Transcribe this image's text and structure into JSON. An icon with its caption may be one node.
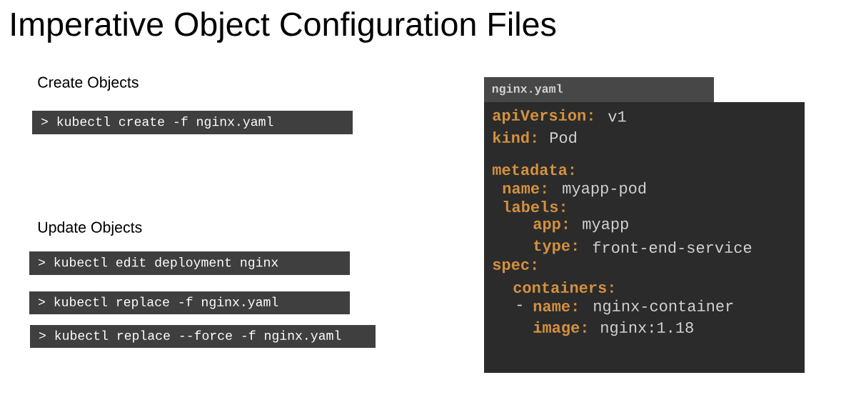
{
  "diagram": {
    "title": "Imperative Object Configuration Files",
    "nodes": [
      {
        "text": [
          "> kubectl create -f nginx.yaml"
        ]
      },
      {
        "text": [
          "> kubectl edit deployment nginx"
        ]
      },
      {
        "text": [
          "> kubectl replace -f nginx.yaml"
        ]
      },
      {
        "text": [
          "> kubectl replace --force -f nginx.yaml"
        ]
      },
      {
        "text": [
          "nginx.yaml"
        ]
      },
      {
        "text": [
          "apiVersion:",
          "v1",
          "kind:",
          "Pod",
          "metadata:",
          "name:",
          "myapp-pod",
          "labels:",
          "app:",
          "myapp",
          "type:",
          "front-end-service",
          "spec:",
          "containers:",
          "-",
          "name:",
          "nginx-container",
          "image:",
          "nginx:1.18"
        ]
      }
    ],
    "labels": [
      "Create Objects",
      "Update Objects"
    ]
  }
}
